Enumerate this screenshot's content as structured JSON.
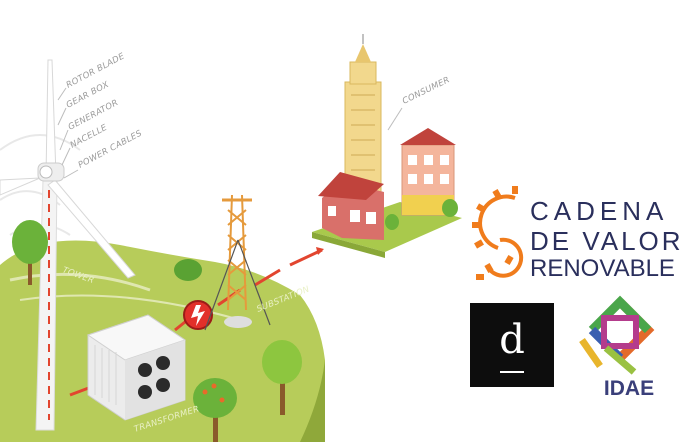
{
  "diagram": {
    "labels": {
      "rotor_blade": "ROTOR BLADE",
      "gear_box": "GEAR BOX",
      "generator": "GENERATOR",
      "nacelle": "NACELLE",
      "power_cables": "POWER CABLES",
      "consumer": "CONSUMER",
      "tower": "TOWER",
      "substation": "SUBSTATION",
      "transformer": "TRANSFORMER"
    }
  },
  "brand": {
    "line1": "CADENA",
    "line2": "DE VALOR",
    "line3": "RENOVABLE",
    "gear_color": "#f07c1c",
    "text_color": "#2a2f5c"
  },
  "logos": {
    "d_letter": "d",
    "idae": "IDAE"
  },
  "colors": {
    "ground": "#b7cc5a",
    "ground_dark": "#8fa83a",
    "arrow": "#e2452f",
    "tower": "#e59a3c"
  }
}
